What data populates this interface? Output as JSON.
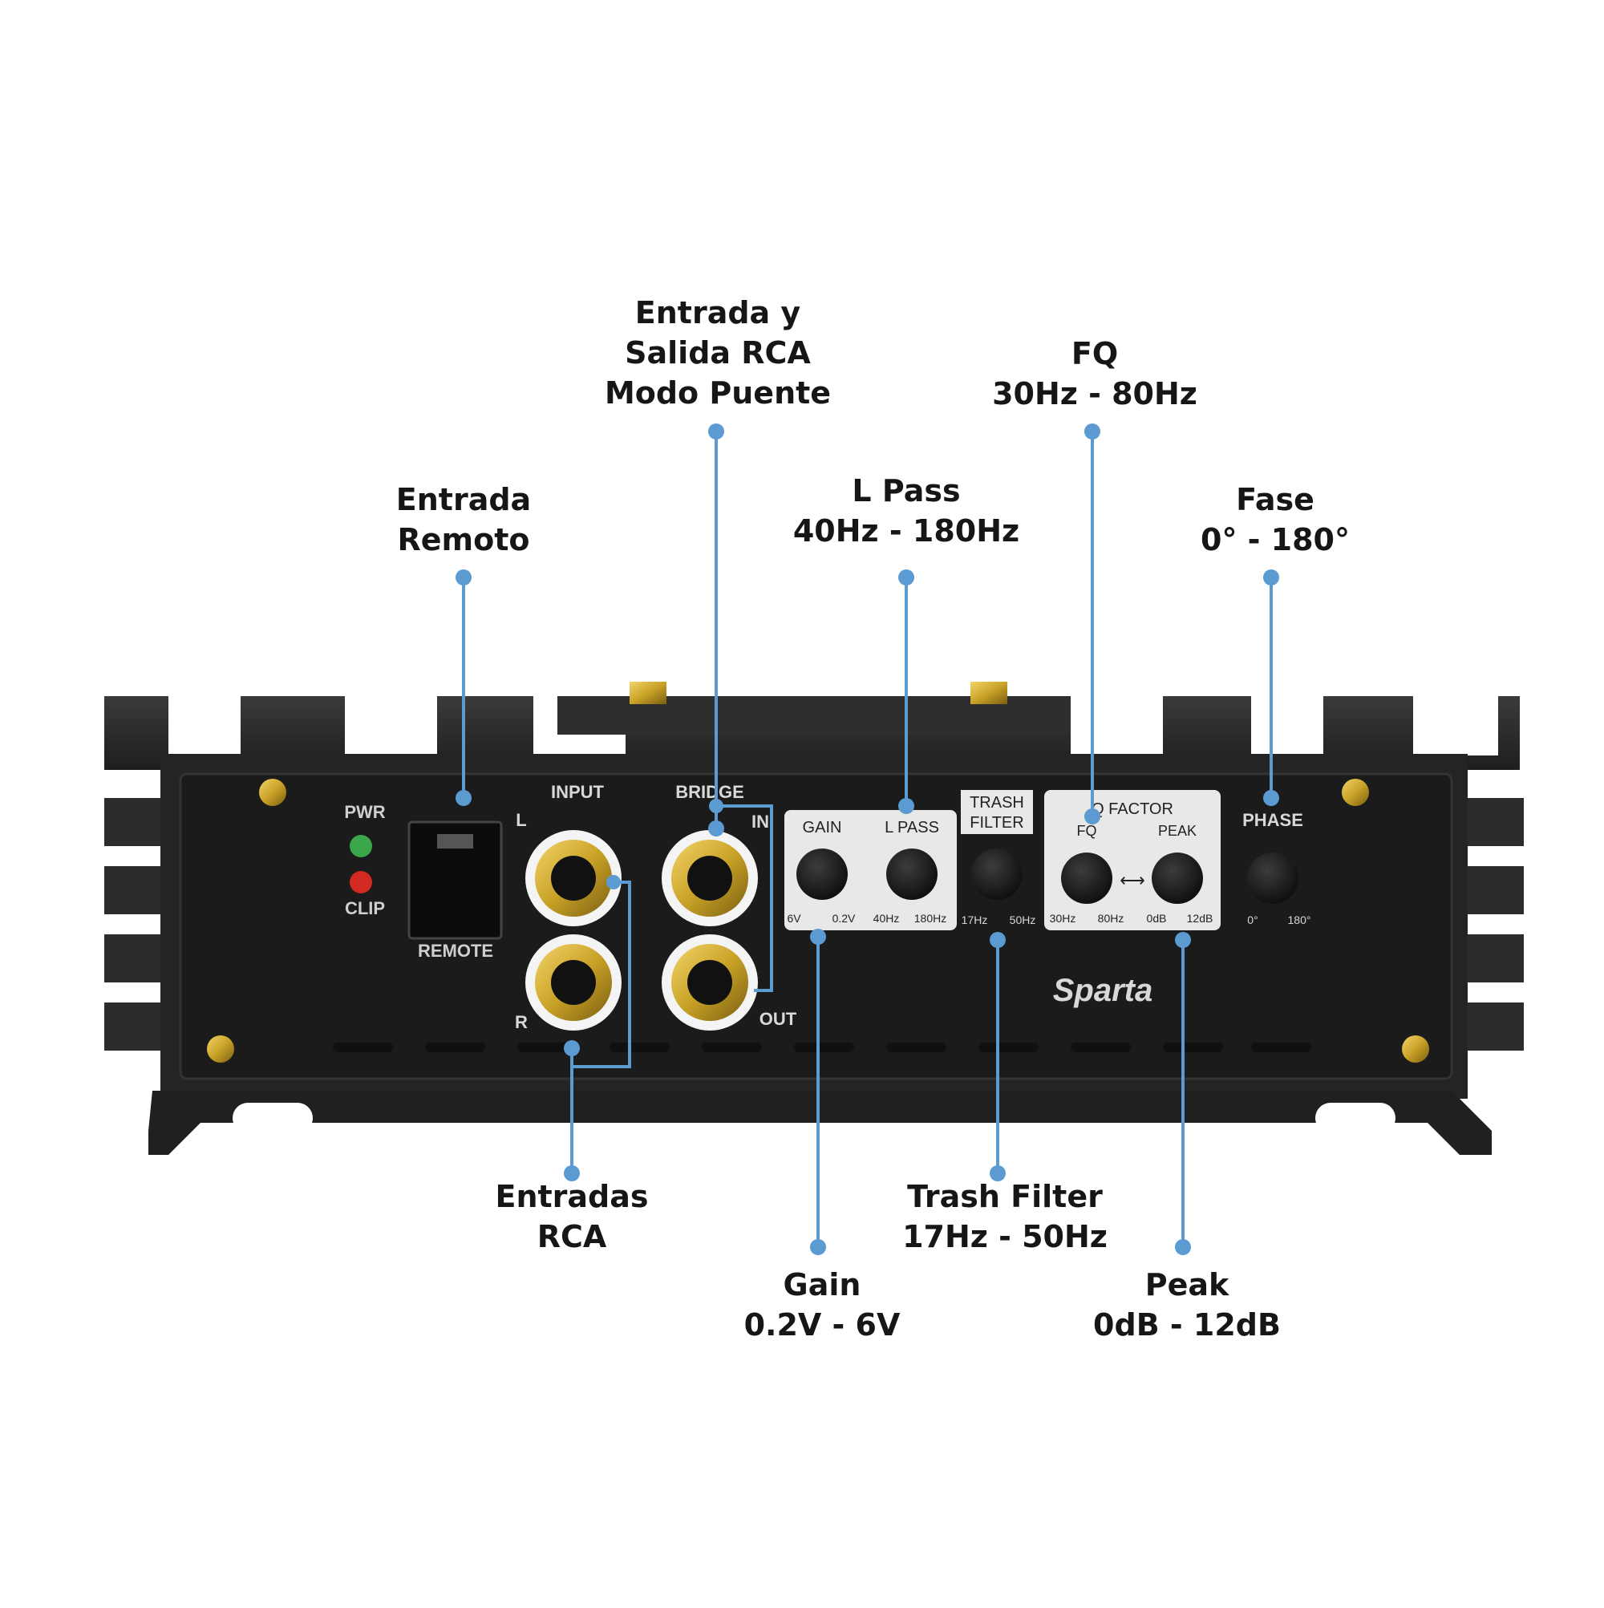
{
  "colors": {
    "leader": "#5b9bd1",
    "chassis": "#262626",
    "panel": "#1c1c1c",
    "control_plate": "#e8e8e6",
    "gold": "#c9a227",
    "pwr_led": "#3aa84a",
    "clip_led": "#d22a22"
  },
  "callouts": {
    "bridge": {
      "lines": [
        "Entrada y",
        "Salida RCA",
        "Modo Puente"
      ]
    },
    "fq": {
      "lines": [
        "FQ",
        "30Hz - 80Hz"
      ]
    },
    "lpass": {
      "lines": [
        "L Pass",
        "40Hz - 180Hz"
      ]
    },
    "remote": {
      "lines": [
        "Entrada",
        "Remoto"
      ]
    },
    "phase": {
      "lines": [
        "Fase",
        "0° - 180°"
      ]
    },
    "inputs": {
      "lines": [
        "Entradas",
        "RCA"
      ]
    },
    "trash": {
      "lines": [
        "Trash Filter",
        "17Hz - 50Hz"
      ]
    },
    "gain": {
      "lines": [
        "Gain",
        "0.2V - 6V"
      ]
    },
    "peak": {
      "lines": [
        "Peak",
        "0dB - 12dB"
      ]
    }
  },
  "panel": {
    "pwr": "PWR",
    "clip": "CLIP",
    "remote": "REMOTE",
    "input": "INPUT",
    "bridge": "BRIDGE",
    "l": "L",
    "r": "R",
    "in": "IN",
    "out": "OUT",
    "gain": "GAIN",
    "gain_min": "6V",
    "gain_max": "0.2V",
    "lpass": "L PASS",
    "lpass_min": "40Hz",
    "lpass_max": "180Hz",
    "trash_line1": "TRASH",
    "trash_line2": "FILTER",
    "trash_min": "17Hz",
    "trash_max": "50Hz",
    "qfactor": "Q FACTOR",
    "fq": "FQ",
    "peak": "PEAK",
    "fq_min": "30Hz",
    "fq_max": "80Hz",
    "peak_min": "0dB",
    "peak_max": "12dB",
    "arrow": "⟷",
    "phase": "PHASE",
    "phase_min": "0°",
    "phase_max": "180°",
    "brand": "Sparta"
  }
}
